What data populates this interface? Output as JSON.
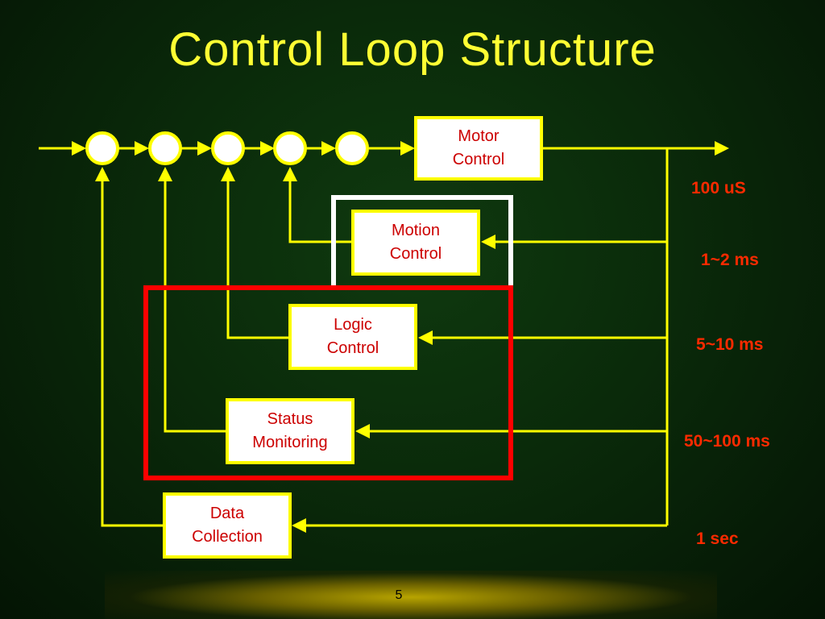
{
  "slide": {
    "title": "Control Loop Structure",
    "page_number": "5"
  },
  "colors": {
    "background": "#0a2a0a",
    "title": "#ffff33",
    "lines": "#ffff00",
    "box_text": "#cc0000",
    "rate_text": "#ff2a00",
    "white_frame": "#ffffff",
    "red_frame": "#ff0000"
  },
  "blocks": {
    "motor_control": {
      "line1": "Motor",
      "line2": "Control"
    },
    "motion_control": {
      "line1": "Motion",
      "line2": "Control"
    },
    "logic_control": {
      "line1": "Logic",
      "line2": "Control"
    },
    "status_monitoring": {
      "line1": "Status",
      "line2": "Monitoring"
    },
    "data_collection": {
      "line1": "Data",
      "line2": "Collection"
    }
  },
  "rates": {
    "motor": "100 uS",
    "motion": "1~2 ms",
    "logic": "5~10 ms",
    "status": "50~100 ms",
    "data": "1 sec"
  },
  "summing_junction_count": 5
}
